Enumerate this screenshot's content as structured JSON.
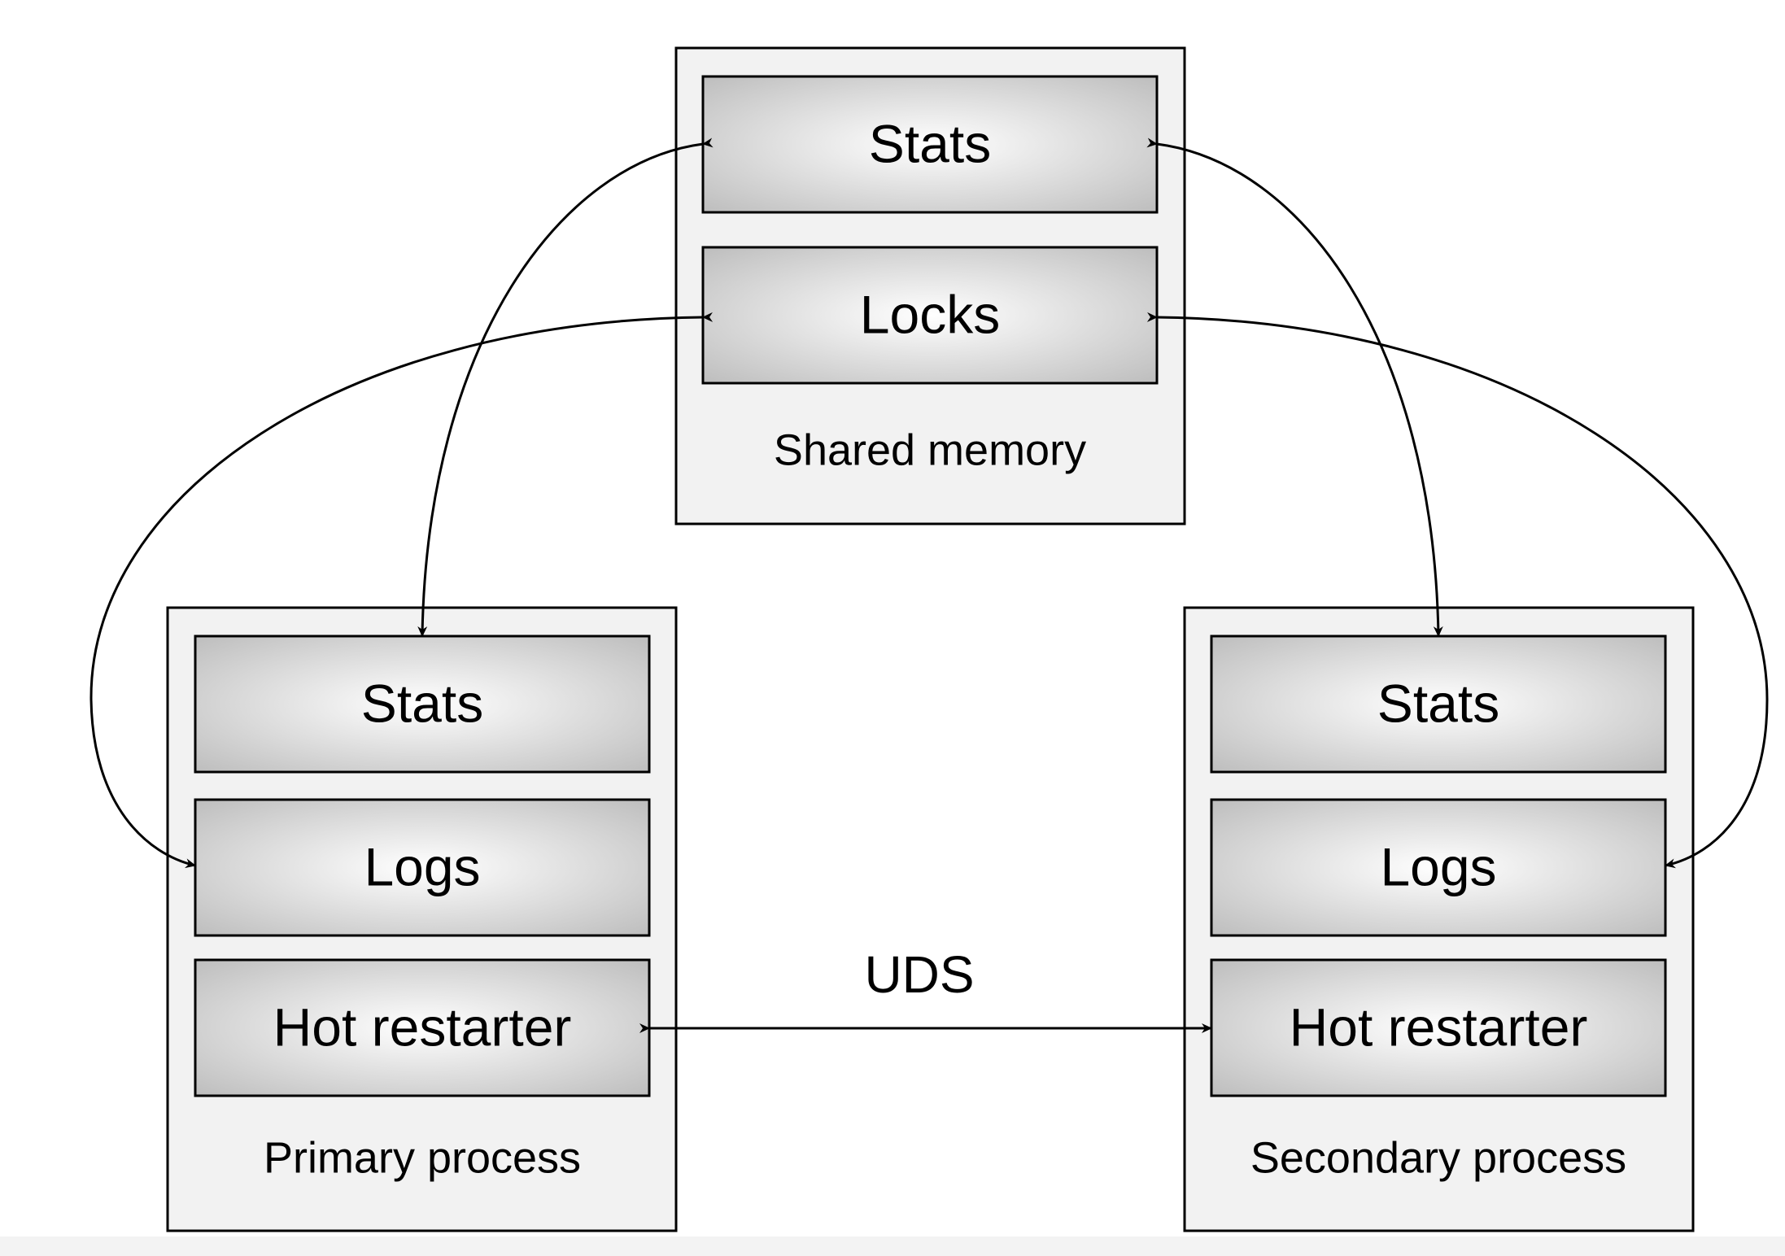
{
  "diagram": {
    "shared_memory": {
      "label": "Shared memory",
      "items": [
        "Stats",
        "Locks"
      ]
    },
    "primary_process": {
      "label": "Primary process",
      "items": [
        "Stats",
        "Logs",
        "Hot restarter"
      ]
    },
    "secondary_process": {
      "label": "Secondary process",
      "items": [
        "Stats",
        "Logs",
        "Hot restarter"
      ]
    },
    "uds_label": "UDS"
  },
  "colors": {
    "container_fill": "#f2f2f2",
    "box_edge": "#b9b9b9",
    "box_center": "#ffffff",
    "stroke": "#000000"
  }
}
